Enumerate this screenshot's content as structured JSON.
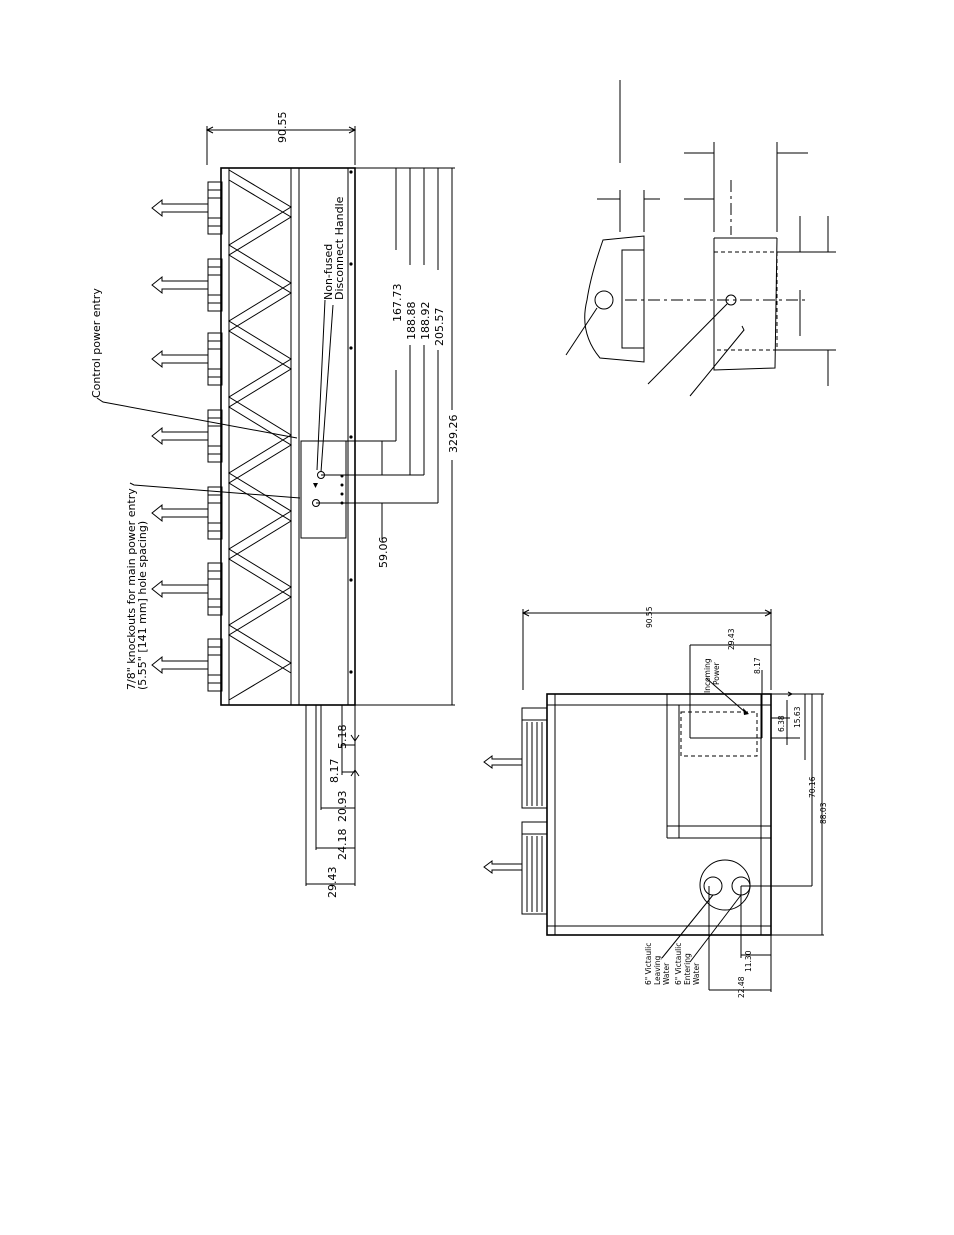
{
  "top_view": {
    "width_dim": "90.55",
    "callouts": {
      "control_power": "Control power entry",
      "disconnect_line1": "Non-fused",
      "disconnect_line2": "Disconnect Handle",
      "knockouts_line1": "7/8\" knockouts for main power entry",
      "knockouts_line2": "(5.55\" [141 mm] hole spacing)"
    },
    "dims_right": [
      "167.73",
      "188.88",
      "188.92",
      "205.57",
      "329.26",
      "59.06"
    ],
    "dims_bottom": [
      "5.18",
      "8.17",
      "20.93",
      "24.18",
      "29.43"
    ]
  },
  "side_view": {
    "width_dim": "90.55",
    "incoming_line1": "Incoming",
    "incoming_line2": "Power",
    "dims": [
      "29.43",
      "8.17",
      "6.38",
      "15.63",
      "70.16",
      "88.03",
      "22.48",
      "11.30"
    ],
    "leaving_water": [
      "6\" Victaulic",
      "Leaving",
      "Water"
    ],
    "entering_water": [
      "6\" Victaulic",
      "Entering",
      "Water"
    ]
  }
}
